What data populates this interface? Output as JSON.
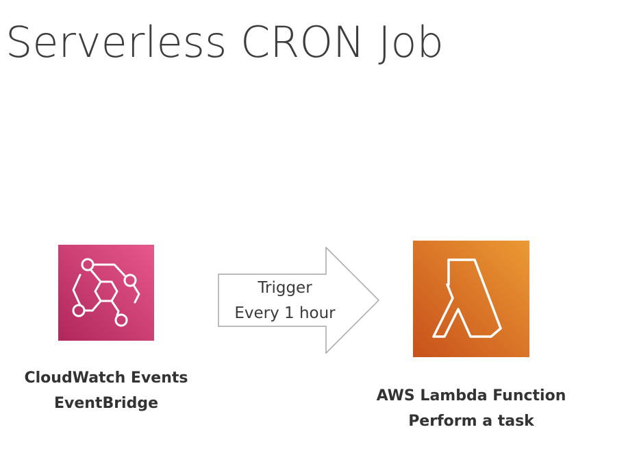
{
  "slide": {
    "title": "Serverless CRON Job"
  },
  "source": {
    "icon": "eventbridge-icon",
    "label_line_1": "CloudWatch Events",
    "label_line_2": "EventBridge",
    "color_top": "#e7588c",
    "color_bottom": "#b0275b"
  },
  "connector": {
    "icon": "right-arrow-outline",
    "label_line_1": "Trigger",
    "label_line_2": "Every 1 hour",
    "stroke_color": "#a6a6a6"
  },
  "target": {
    "icon": "lambda-icon",
    "label_line_1": "AWS Lambda Function",
    "label_line_2": "Perform a task",
    "color_top": "#eb9a34",
    "color_bottom": "#c8511b"
  }
}
